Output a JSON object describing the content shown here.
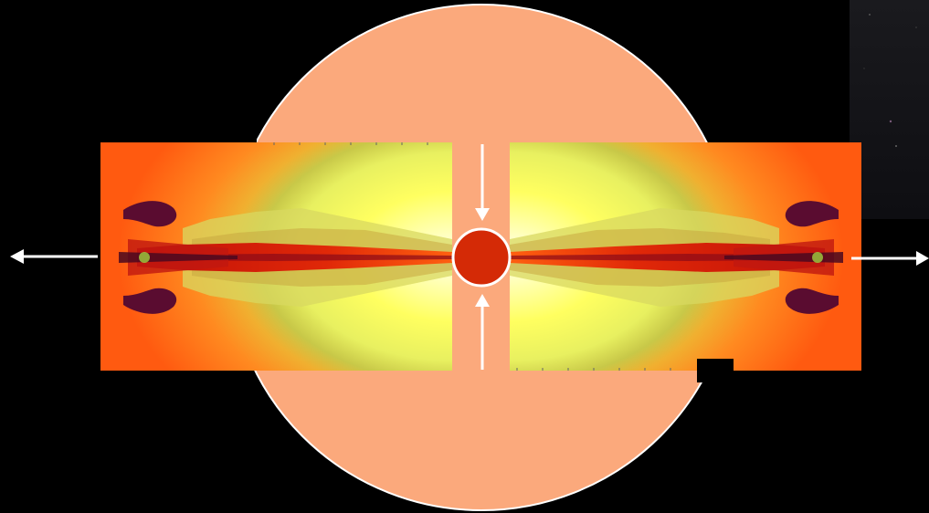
{
  "diagram": {
    "background_color": "#000000",
    "envelope_color": "#FBA97C",
    "outline_color": "#FFFFFF",
    "core_color": "#D42A06",
    "arrows": [
      {
        "name": "outflow-left-arrow",
        "direction": "left"
      },
      {
        "name": "outflow-right-arrow",
        "direction": "right"
      },
      {
        "name": "inflow-top-arrow",
        "direction": "down"
      },
      {
        "name": "inflow-bottom-arrow",
        "direction": "up"
      }
    ],
    "jet_palette": [
      "#FFFF66",
      "#E8F060",
      "#C8D050",
      "#FF9A1A",
      "#FF5A0A",
      "#E01808",
      "#7A0E20",
      "#3A1AB0",
      "#2020FF"
    ]
  }
}
